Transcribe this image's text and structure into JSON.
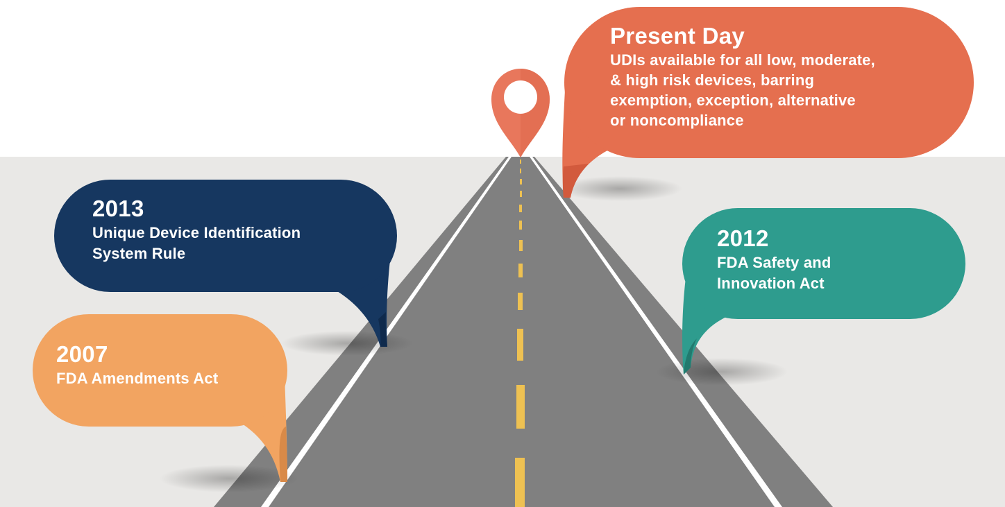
{
  "milestones": {
    "present": {
      "title": "Present Day",
      "lines": [
        "UDIs available for all low, moderate,",
        "& high risk devices, barring",
        "exemption, exception, alternative",
        "or noncompliance"
      ]
    },
    "y2013": {
      "title": "2013",
      "lines": [
        "Unique Device Identification",
        "System Rule"
      ]
    },
    "y2012": {
      "title": "2012",
      "lines": [
        "FDA Safety and",
        "Innovation Act"
      ]
    },
    "y2007": {
      "title": "2007",
      "lines": [
        "FDA Amendments Act"
      ]
    }
  },
  "colors": {
    "background_band": "#e9e8e6",
    "road": "#808080",
    "road_lines": "#ffffff",
    "center_line": "#eec152",
    "pin": "#e8775c",
    "present": "#e56f4f",
    "y2013": "#163760",
    "y2012": "#2e9c8e",
    "y2007": "#f2a461"
  }
}
